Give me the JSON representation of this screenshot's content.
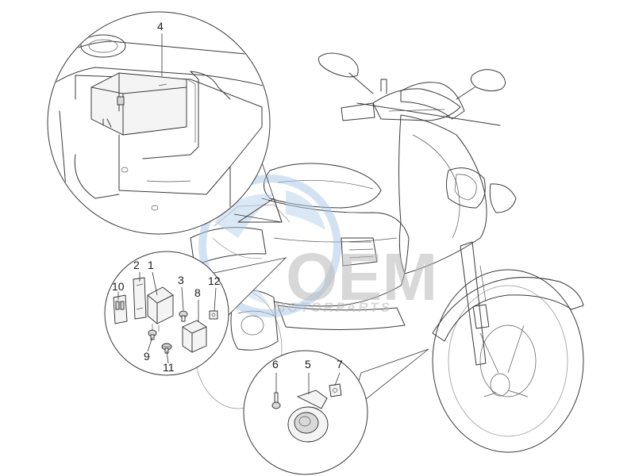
{
  "watermark": {
    "brand": "OEM",
    "sub": "MOTORPARTS"
  },
  "parts": [
    {
      "id": "p1",
      "label": "1"
    },
    {
      "id": "p2",
      "label": "2"
    },
    {
      "id": "p3",
      "label": "3"
    },
    {
      "id": "p4",
      "label": "4"
    },
    {
      "id": "p5",
      "label": "5"
    },
    {
      "id": "p6",
      "label": "6"
    },
    {
      "id": "p7",
      "label": "7"
    },
    {
      "id": "p8",
      "label": "8"
    },
    {
      "id": "p9",
      "label": "9"
    },
    {
      "id": "p10",
      "label": "10"
    },
    {
      "id": "p11",
      "label": "11"
    },
    {
      "id": "p12",
      "label": "12"
    }
  ]
}
